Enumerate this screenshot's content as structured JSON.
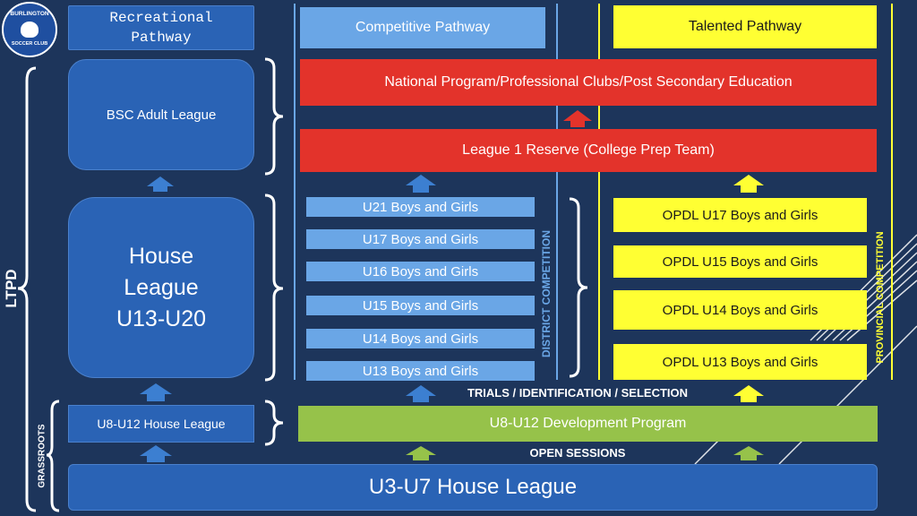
{
  "logo": {
    "top_text": "BURLINGTON",
    "bottom_text": "SOCCER CLUB"
  },
  "ltpd_label": "LTPD",
  "grassroots_label": "GRASSROOTS",
  "district_label": "DISTRICT COMPETITION",
  "provincial_label": "PROVINCIAL COMPETITION",
  "recreational": {
    "header": "Recreational Pathway",
    "adult": "BSC Adult League",
    "house_lines": [
      "House",
      "League",
      "U13-U20"
    ],
    "u8": "U8-U12 House League"
  },
  "competitive": {
    "header": "Competitive Pathway",
    "national": "National Program/Professional Clubs/Post Secondary Education",
    "league1": "League 1 Reserve (College Prep Team)",
    "teams": [
      "U21 Boys and Girls",
      "U17 Boys and Girls",
      "U16 Boys and Girls",
      "U15 Boys and Girls",
      "U14 Boys and Girls",
      "U13 Boys and Girls"
    ]
  },
  "talented": {
    "header": "Talented Pathway",
    "teams": [
      "OPDL U17 Boys and Girls",
      "OPDL U15 Boys and Girls",
      "OPDL U14 Boys and Girls",
      "OPDL U13 Boys and Girls"
    ]
  },
  "trials_label": "TRIALS / IDENTIFICATION / SELECTION",
  "development_program": "U8-U12 Development Program",
  "open_sessions_label": "OPEN SESSIONS",
  "u3_label": "U3-U7 House League",
  "colors": {
    "background": "#1d355b",
    "dark_blue": "#2a63b5",
    "light_blue": "#6aa6e6",
    "red": "#e3332b",
    "yellow": "#ffff33",
    "green": "#96c24a"
  }
}
